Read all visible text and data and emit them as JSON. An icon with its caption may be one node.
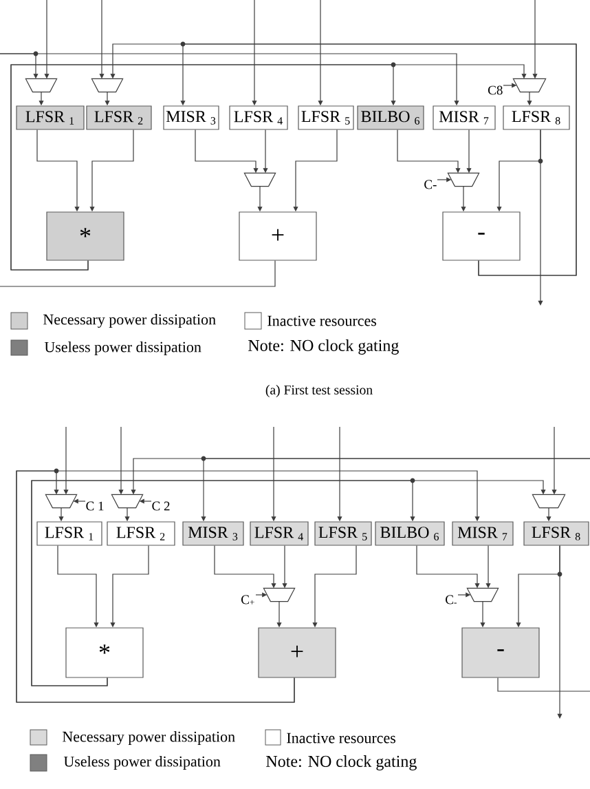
{
  "diagram": {
    "caption": "(a) First test session",
    "nodes": [
      {
        "text": [],
        "shape": "trapezoid"
      },
      {
        "text": [],
        "shape": "trapezoid"
      },
      {
        "text": [
          "C8"
        ]
      },
      {
        "text": [],
        "shape": "trapezoid"
      },
      {
        "text": [
          "LFSR $_{1}$"
        ]
      },
      {
        "text": [
          "LFSR $_{2}$"
        ]
      },
      {
        "text": [
          "MISR $_{3}$"
        ]
      },
      {
        "text": [
          "LFSR $_{4}$"
        ]
      },
      {
        "text": [
          "LFSR $_{5}$"
        ]
      },
      {
        "text": [
          "BILBO $_{6}$"
        ]
      },
      {
        "text": [
          "MISR $_{7}$"
        ]
      },
      {
        "text": [
          "LFSR $_{8}$"
        ]
      },
      {
        "text": [],
        "shape": "trapezoid"
      },
      {
        "text": [
          "C-"
        ]
      },
      {
        "text": [],
        "shape": "trapezoid"
      },
      {
        "text": [
          "*"
        ]
      },
      {
        "text": [
          "+"
        ]
      },
      {
        "text": [
          "-"
        ]
      },
      {
        "text": [],
        "shape": "trapezoid"
      },
      {
        "text": [
          "C 1"
        ]
      },
      {
        "text": [],
        "shape": "trapezoid"
      },
      {
        "text": [
          "C 2"
        ]
      },
      {
        "text": [],
        "shape": "trapezoid"
      },
      {
        "text": [
          "LFSR $_{1}$"
        ]
      },
      {
        "text": [
          "LFSR $_{2}$"
        ]
      },
      {
        "text": [
          "MISR $_{3}$"
        ]
      },
      {
        "text": [
          "LFSR $_{4}$"
        ]
      },
      {
        "text": [
          "LFSR $_{5}$"
        ]
      },
      {
        "text": [
          "BILBO $_{6}$"
        ]
      },
      {
        "text": [
          "MISR $_{7}$"
        ]
      },
      {
        "text": [
          "LFSR $_{8}$"
        ]
      },
      {
        "text": [
          "C$_{+}$"
        ]
      },
      {
        "text": [],
        "shape": "trapezoid"
      },
      {
        "text": [
          "C$_{-}$"
        ]
      },
      {
        "text": [],
        "shape": "trapezoid"
      },
      {
        "text": [
          "*"
        ]
      },
      {
        "text": [
          "+"
        ]
      },
      {
        "text": [
          "-"
        ]
      }
    ],
    "edges": [
      {
        "from": null,
        "to": 0,
        "arrow": "to"
      },
      {
        "from": null,
        "to": 1,
        "arrow": "to"
      },
      {
        "from": null,
        "to": 7,
        "arrow": "to"
      },
      {
        "from": null,
        "to": 8,
        "arrow": "to"
      },
      {
        "from": null,
        "to": 3,
        "arrow": "to"
      },
      {
        "from": 0,
        "to": 4,
        "arrow": "to"
      },
      {
        "from": 1,
        "to": 5,
        "arrow": "to"
      },
      {
        "from": 3,
        "to": 11,
        "arrow": "to"
      },
      {
        "from": 2,
        "to": 3,
        "arrow": "to"
      },
      {
        "from": 4,
        "to": 15,
        "arrow": "to"
      },
      {
        "from": 5,
        "to": 15,
        "arrow": "to"
      },
      {
        "from": 6,
        "to": 12,
        "arrow": "to"
      },
      {
        "from": 7,
        "to": 12,
        "arrow": "to"
      },
      {
        "from": 12,
        "to": 16,
        "arrow": "to"
      },
      {
        "from": 8,
        "to": 16,
        "arrow": "to"
      },
      {
        "from": 9,
        "to": 14,
        "arrow": "to"
      },
      {
        "from": 10,
        "to": 14,
        "arrow": "to"
      },
      {
        "from": 13,
        "to": 14,
        "arrow": "to"
      },
      {
        "from": 14,
        "to": 17,
        "arrow": "to"
      },
      {
        "from": 11,
        "to": 17,
        "arrow": "to"
      },
      {
        "from": 11,
        "to": null,
        "arrow": "to"
      },
      {
        "from": 17,
        "to": 1,
        "arrow": "to"
      },
      {
        "from": 17,
        "to": 6,
        "arrow": "to"
      },
      {
        "from": 15,
        "to": 3,
        "arrow": "to"
      },
      {
        "from": 15,
        "to": 9,
        "arrow": "to"
      },
      {
        "from": 16,
        "to": null,
        "arrow": "none"
      },
      {
        "from": null,
        "to": 0,
        "arrow": "to"
      },
      {
        "from": null,
        "to": 10,
        "arrow": "to"
      },
      {
        "from": null,
        "to": 18,
        "arrow": "to"
      },
      {
        "from": null,
        "to": 20,
        "arrow": "to"
      },
      {
        "from": null,
        "to": 26,
        "arrow": "to"
      },
      {
        "from": null,
        "to": 27,
        "arrow": "to"
      },
      {
        "from": null,
        "to": 22,
        "arrow": "to"
      },
      {
        "from": 18,
        "to": 23,
        "arrow": "to"
      },
      {
        "from": 19,
        "to": 18,
        "arrow": "to"
      },
      {
        "from": 20,
        "to": 24,
        "arrow": "to"
      },
      {
        "from": 21,
        "to": 20,
        "arrow": "to"
      },
      {
        "from": 22,
        "to": 30,
        "arrow": "to"
      },
      {
        "from": 23,
        "to": 35,
        "arrow": "to"
      },
      {
        "from": 24,
        "to": 35,
        "arrow": "to"
      },
      {
        "from": 25,
        "to": 32,
        "arrow": "to"
      },
      {
        "from": 26,
        "to": 32,
        "arrow": "to"
      },
      {
        "from": 31,
        "to": 32,
        "arrow": "to"
      },
      {
        "from": 32,
        "to": 36,
        "arrow": "to"
      },
      {
        "from": 27,
        "to": 36,
        "arrow": "to"
      },
      {
        "from": 28,
        "to": 34,
        "arrow": "to"
      },
      {
        "from": 29,
        "to": 34,
        "arrow": "to"
      },
      {
        "from": 33,
        "to": 34,
        "arrow": "to"
      },
      {
        "from": 34,
        "to": 37,
        "arrow": "to"
      },
      {
        "from": 30,
        "to": 37,
        "arrow": "to"
      },
      {
        "from": 30,
        "to": null,
        "arrow": "to"
      },
      {
        "from": 36,
        "to": 18,
        "arrow": "to"
      },
      {
        "from": 36,
        "to": 29,
        "arrow": "to"
      },
      {
        "from": 35,
        "to": 22,
        "arrow": "to"
      },
      {
        "from": 35,
        "to": 28,
        "arrow": "to"
      },
      {
        "from": 37,
        "to": null,
        "arrow": "none"
      },
      {
        "from": null,
        "to": 20,
        "arrow": "to"
      },
      {
        "from": null,
        "to": 25,
        "arrow": "to"
      }
    ],
    "labels": [
      "Note: NO clock gating",
      "Note: NO clock gating"
    ],
    "legend": [
      {
        "text": "Necessary power dissipation",
        "color": "#d0d0d0"
      },
      {
        "text": "Useless power dissipation",
        "color": "#7f7f7f"
      },
      {
        "text": "Inactive resources"
      },
      {
        "text": "Necessary power dissipation",
        "color": "#dadada"
      },
      {
        "text": "Useless power dissipation",
        "color": "#808080"
      },
      {
        "text": "Inactive resources"
      }
    ]
  }
}
